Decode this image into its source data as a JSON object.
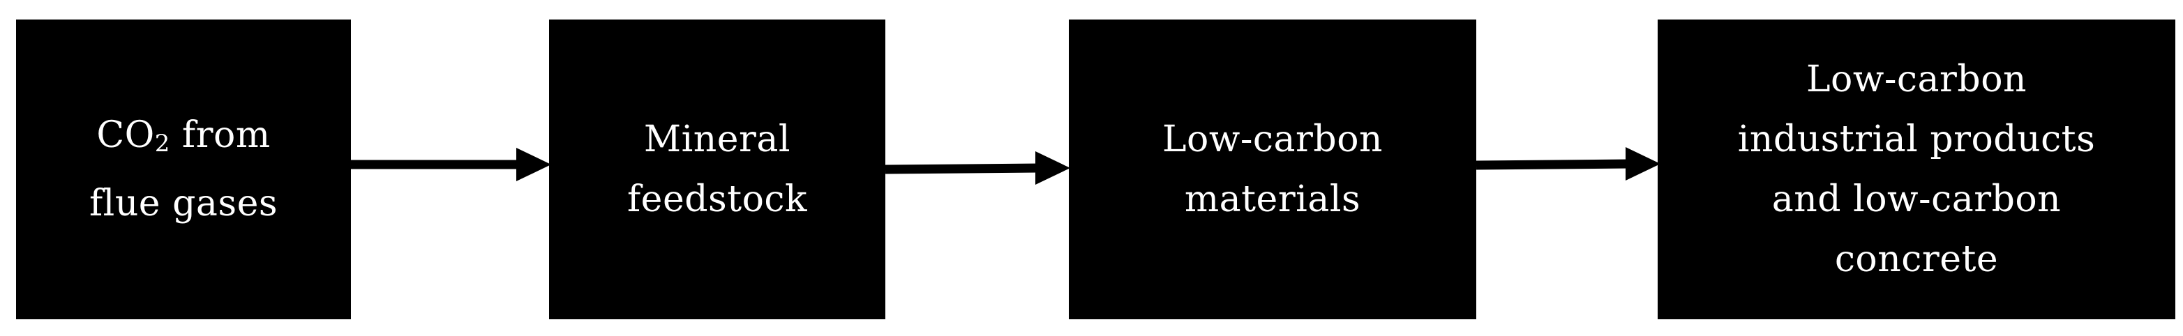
{
  "diagram": {
    "nodes": [
      {
        "id": "co2",
        "lines": [
          "CO",
          "2",
          " from",
          "flue gases"
        ]
      },
      {
        "id": "mineral",
        "lines": [
          "Mineral",
          "feedstock"
        ]
      },
      {
        "id": "lowcarbon_materials",
        "lines": [
          "Low-carbon",
          "materials"
        ]
      },
      {
        "id": "products",
        "lines": [
          "Low-carbon",
          "industrial products",
          "and low-carbon",
          "concrete"
        ]
      }
    ],
    "edges": [
      {
        "from": "co2",
        "to": "mineral"
      },
      {
        "from": "mineral",
        "to": "lowcarbon_materials"
      },
      {
        "from": "lowcarbon_materials",
        "to": "products"
      }
    ]
  }
}
